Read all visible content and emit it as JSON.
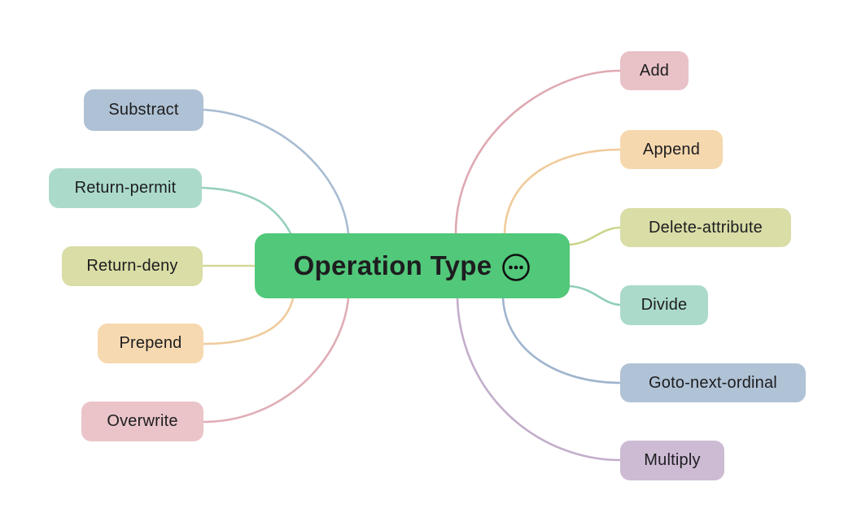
{
  "central": {
    "label": "Operation Type",
    "fill": "#52C87A",
    "text_color": "#1d1d1f",
    "icon": "ellipsis-circle"
  },
  "branches": {
    "left": [
      {
        "label": "Substract",
        "fill": "#AFC1D4",
        "line": "#A8BCD2"
      },
      {
        "label": "Return-permit",
        "fill": "#ABDACB",
        "line": "#97D0BD"
      },
      {
        "label": "Return-deny",
        "fill": "#DADDA5",
        "line": "#D2D896"
      },
      {
        "label": "Prepend",
        "fill": "#F6D9B0",
        "line": "#EFCB9C"
      },
      {
        "label": "Overwrite",
        "fill": "#EAC4C9",
        "line": "#E0AEB6"
      }
    ],
    "right": [
      {
        "label": "Add",
        "fill": "#E8C2C7",
        "line": "#DFA9B2"
      },
      {
        "label": "Append",
        "fill": "#F6D8AE",
        "line": "#F0CB9B"
      },
      {
        "label": "Delete-attribute",
        "fill": "#DADDA6",
        "line": "#CBD58C"
      },
      {
        "label": "Divide",
        "fill": "#ABDACB",
        "line": "#8FCDBA"
      },
      {
        "label": "Goto-next-ordinal",
        "fill": "#B0C2D5",
        "line": "#9FB5CE"
      },
      {
        "label": "Multiply",
        "fill": "#CDBBD4",
        "line": "#C3AECB"
      }
    ]
  }
}
